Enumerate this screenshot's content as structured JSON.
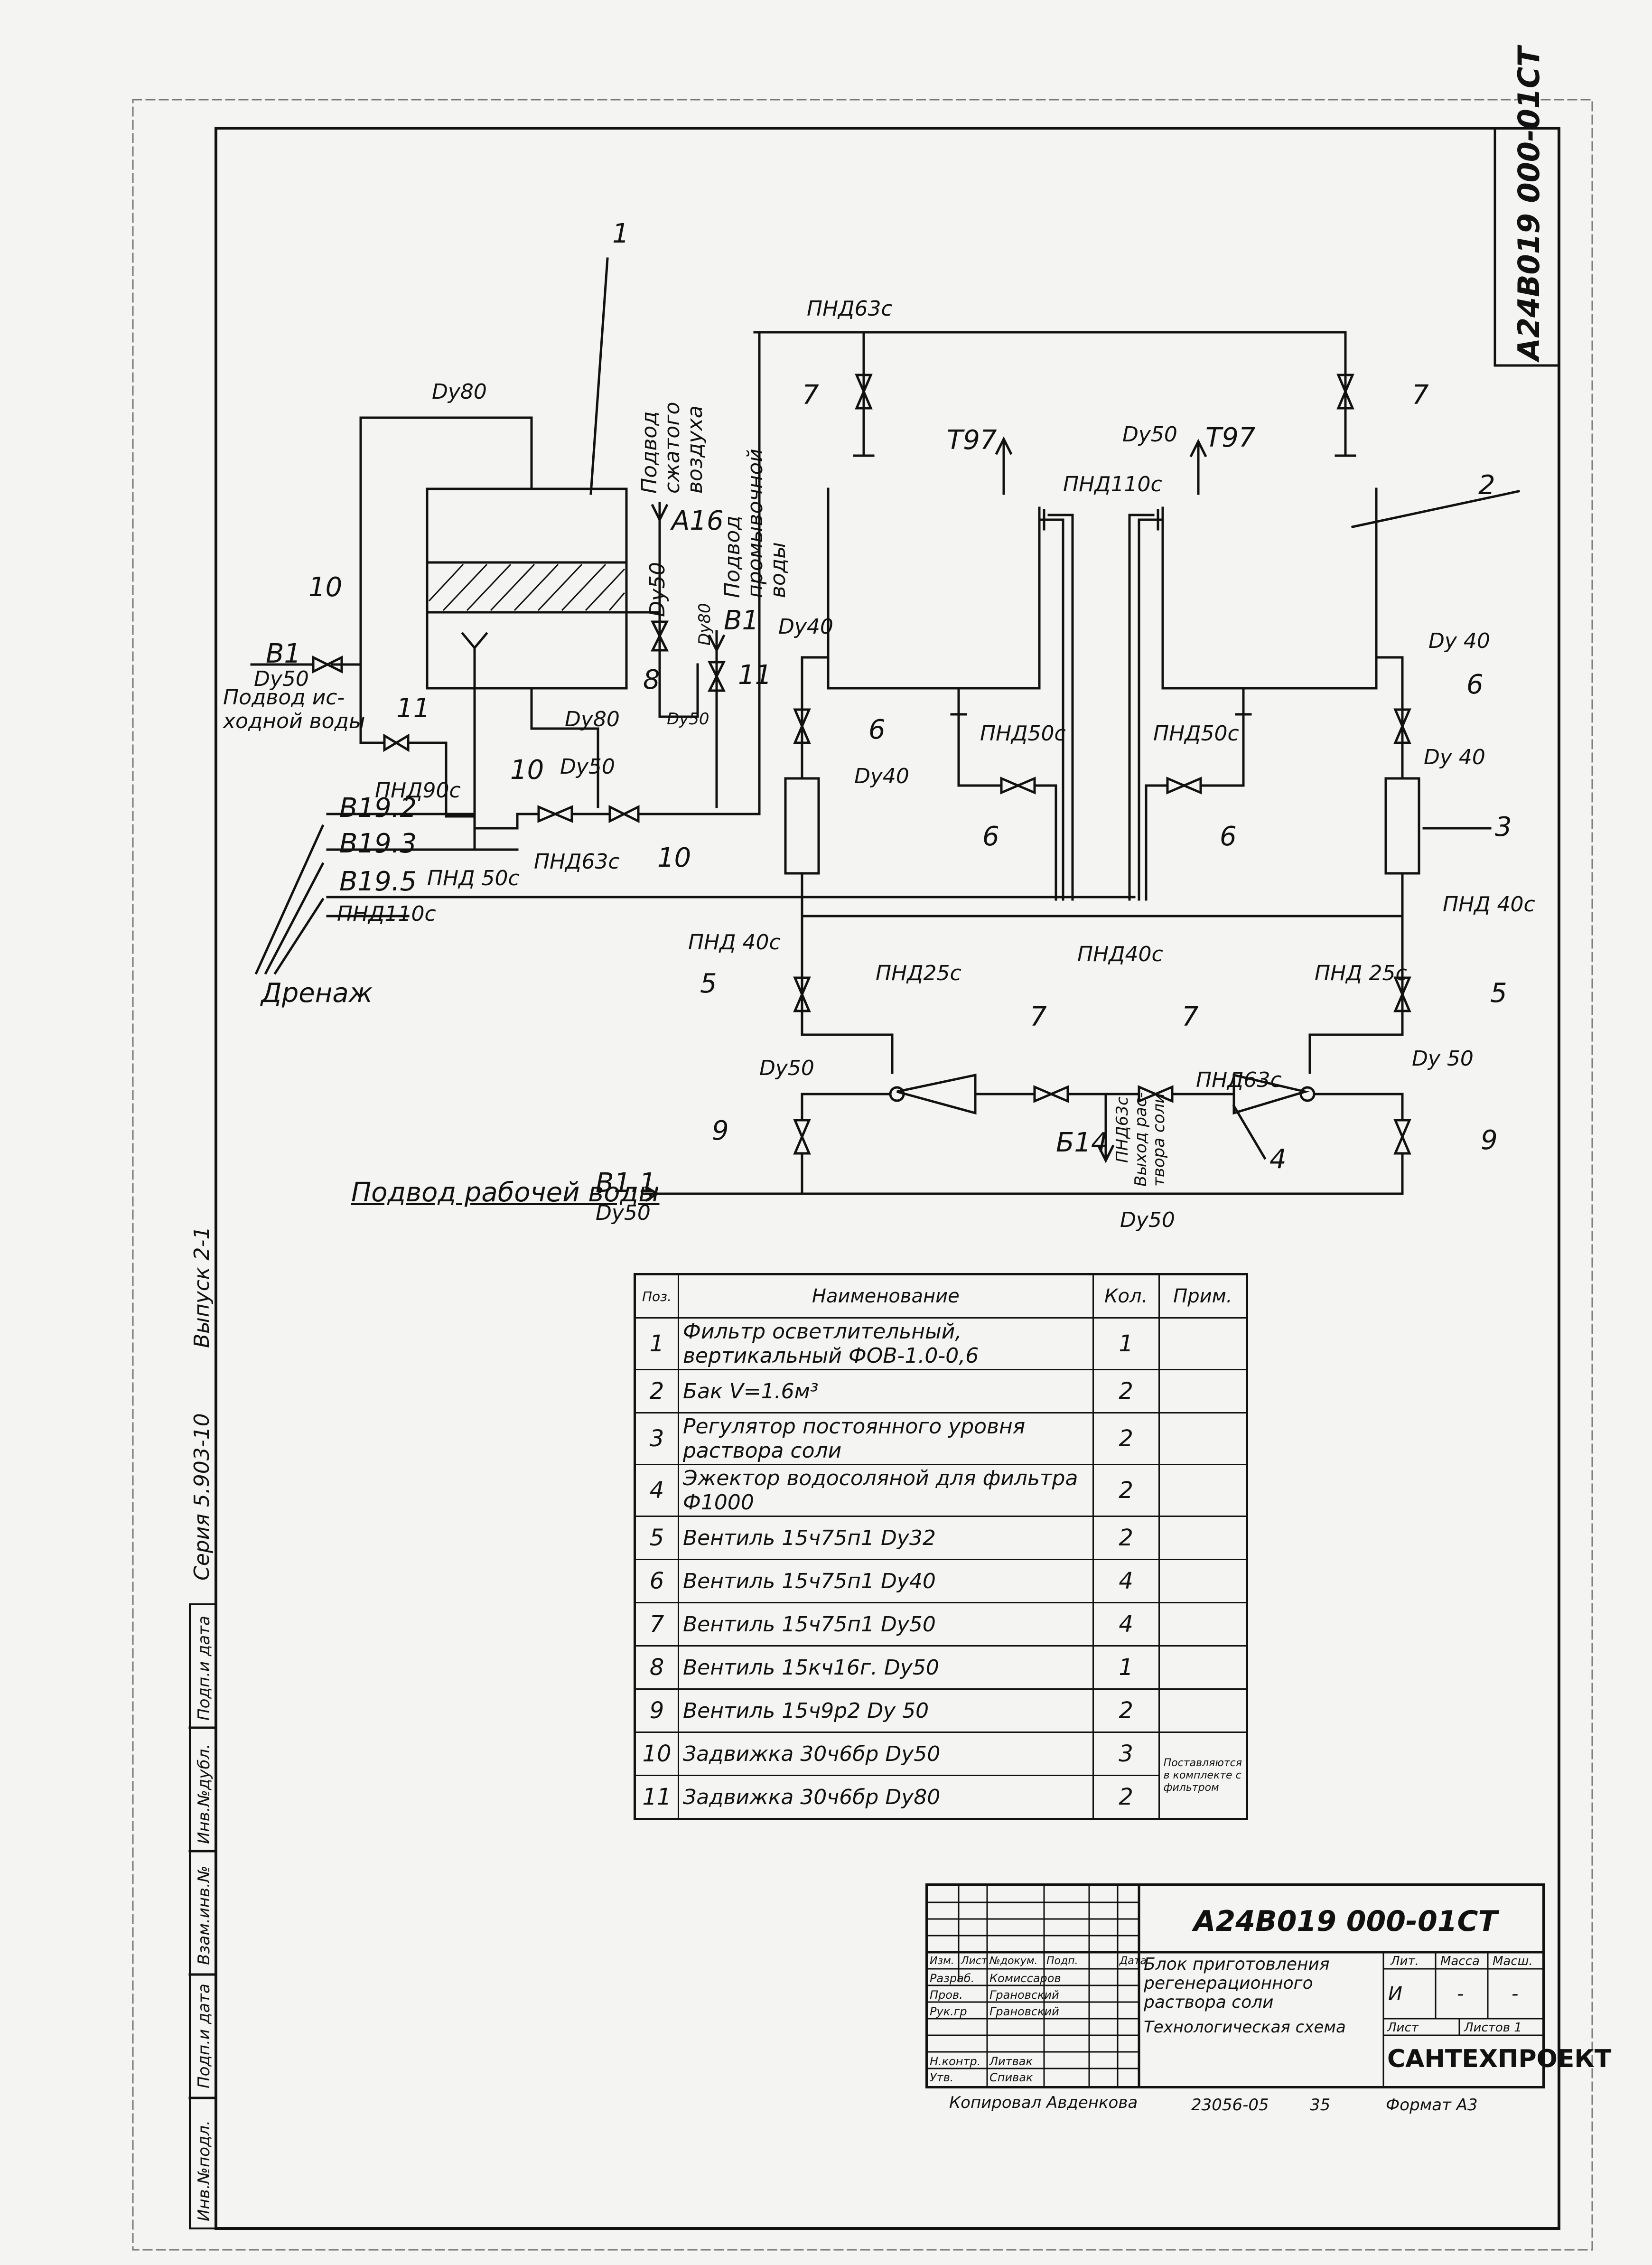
{
  "sheet_code": "А24В019 000-01СТ",
  "margin_left": {
    "series": "Серия 5.903-10",
    "issue": "Выпуск 2-1",
    "stamp_cols": [
      "Инв.№подл.",
      "Подп.и дата",
      "Взам.инв.№",
      "Инв.№дубл.",
      "Подп.и дата"
    ]
  },
  "diagram": {
    "positions": [
      "1",
      "2",
      "3",
      "4",
      "5",
      "5",
      "6",
      "6",
      "6",
      "6",
      "7",
      "7",
      "7",
      "7",
      "8",
      "9",
      "9",
      "10",
      "10",
      "10",
      "11",
      "11"
    ],
    "pipe_labels": {
      "du80_top": "Dy80",
      "du80_mid": "Dy80",
      "du50_mid": "Dy50",
      "du50_left": "Dy50",
      "du50_air": "Dy50",
      "du50_b1": "Dy50",
      "du80_b1": "Dy80",
      "du40_l1": "Dy40",
      "du40_l2": "Dy40",
      "du40_r1": "Dy 40",
      "du40_r2": "Dy 40",
      "du50_t97": "Dy50",
      "du50_l9": "Dy50",
      "du50_r9": "Dy 50",
      "du50_b11": "Dy50",
      "du50_bottom": "Dy50",
      "pnd63_top": "ПНД63с",
      "pnd110_top": "ПНД110с",
      "pnd50_l": "ПНД50с",
      "pnd50_r": "ПНД50с",
      "pnd90": "ПНД90с",
      "pnd63_left": "ПНД63с",
      "pnd50_drain": "ПНД 50с",
      "pnd110_drain": "ПНД110с",
      "pnd40_l": "ПНД 40с",
      "pnd40_mid": "ПНД40с",
      "pnd40_r": "ПНД 40с",
      "pnd25_l": "ПНД25с",
      "pnd25_r": "ПНД 25с",
      "pnd63_b": "ПНД63с"
    },
    "stream_labels": {
      "t97_a": "Т97",
      "t97_b": "Т97",
      "a16": "А16",
      "b1_right": "В1",
      "b1_left": "В1",
      "b19_2": "В19.2",
      "b19_3": "В19.3",
      "b19_5": "В19.5",
      "b11": "В1.1",
      "b14": "Б14",
      "pnd63_b14": "ПНД63с",
      "b14_desc": "Выход рас- твора соли"
    },
    "texts": {
      "compressed_air": "Подвод сжатого воздуха",
      "wash_water": "Подвод промывочной воды",
      "source_water": "Подвод ис- ходной воды",
      "drain": "Дренаж",
      "working_water": "Подвод рабочей воды"
    }
  },
  "spec_table": {
    "headers": [
      "Поз.",
      "Наименование",
      "Кол.",
      "Прим."
    ],
    "rows": [
      {
        "pos": "1",
        "name": "Фильтр осветлительный, вертикальный ФОВ-1.0-0,6",
        "qty": "1",
        "note": ""
      },
      {
        "pos": "2",
        "name": "Бак V=1.6м³",
        "qty": "2",
        "note": ""
      },
      {
        "pos": "3",
        "name": "Регулятор постоянного уровня раствора соли",
        "qty": "2",
        "note": ""
      },
      {
        "pos": "4",
        "name": "Эжектор водосоляной для фильтра Ф1000",
        "qty": "2",
        "note": ""
      },
      {
        "pos": "5",
        "name": "Вентиль 15ч75п1 Dy32",
        "qty": "2",
        "note": ""
      },
      {
        "pos": "6",
        "name": "Вентиль 15ч75п1 Dy40",
        "qty": "4",
        "note": ""
      },
      {
        "pos": "7",
        "name": "Вентиль 15ч75п1 Dy50",
        "qty": "4",
        "note": ""
      },
      {
        "pos": "8",
        "name": "Вентиль 15кч16г. Dy50",
        "qty": "1",
        "note": ""
      },
      {
        "pos": "9",
        "name": "Вентиль 15ч9р2 Dy 50",
        "qty": "2",
        "note": ""
      },
      {
        "pos": "10",
        "name": "Задвижка 30ч6бр Dy50",
        "qty": "3",
        "note": "Поставляются в комплекте с фильтром"
      },
      {
        "pos": "11",
        "name": "Задвижка 30ч6бр Dy80",
        "qty": "2",
        "note": ""
      }
    ]
  },
  "title_block": {
    "code": "А24В019 000-01СТ",
    "title": "Блок приготовления регенерационного раствора соли",
    "subtitle": "Технологическая схема",
    "head_cols": [
      "Изм.",
      "Лист",
      "№докум.",
      "Подп.",
      "Дата"
    ],
    "roles": [
      {
        "role": "Разраб.",
        "name": "Комиссаров"
      },
      {
        "role": "Пров.",
        "name": "Грановский"
      },
      {
        "role": "Рук.гр",
        "name": "Грановский"
      },
      {
        "role": "Н.контр.",
        "name": "Литвак"
      },
      {
        "role": "Утв.",
        "name": "Спивак"
      }
    ],
    "lit_label": "Лит.",
    "mass_label": "Масса",
    "scale_label": "Масш.",
    "lit_value": "И",
    "mass_value": "-",
    "scale_value": "-",
    "sheet_label": "Лист",
    "sheets_label": "Листов 1",
    "org": "САНТЕХПРОЕКТ"
  },
  "footer": {
    "copied": "Копировал Авденкова",
    "number": "23056-05",
    "page": "35",
    "format": "Формат А3"
  }
}
